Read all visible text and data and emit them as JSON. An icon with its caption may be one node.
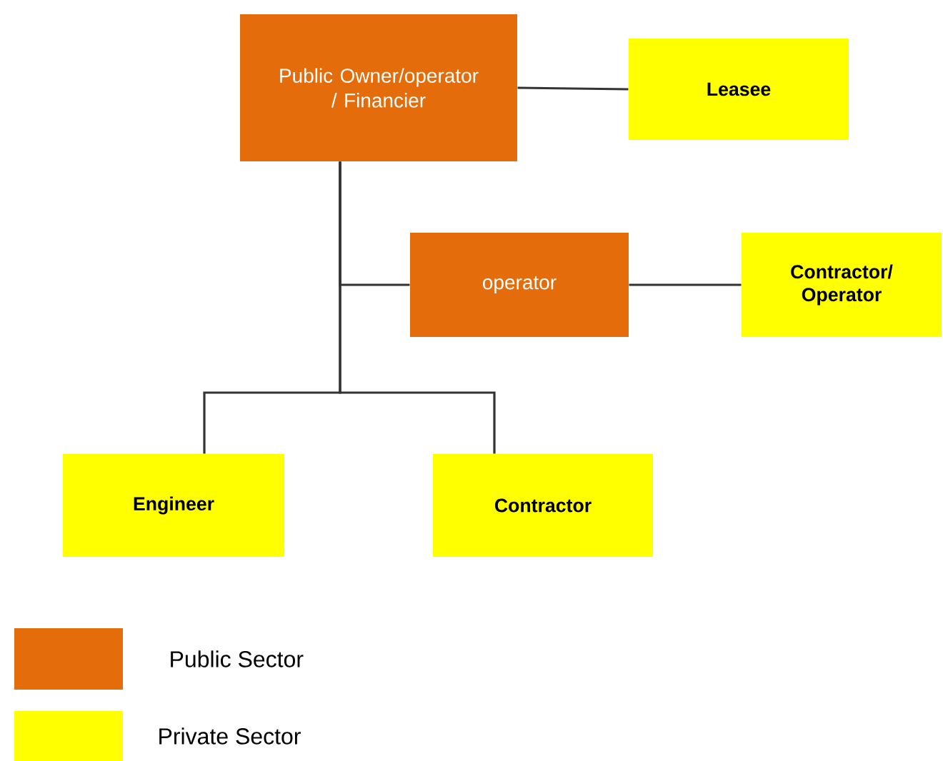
{
  "diagram": {
    "nodes": [
      {
        "text": [
          "Public Owner/operator / Financier"
        ]
      },
      {
        "text": [
          "Leasee"
        ]
      },
      {
        "text": [
          "operator"
        ]
      },
      {
        "text": [
          "Contractor/ Operator"
        ]
      },
      {
        "text": [
          "Engineer"
        ]
      },
      {
        "text": [
          "Contractor"
        ]
      }
    ],
    "edges": [
      {
        "from": 0,
        "to": 1,
        "arrow": "none"
      },
      {
        "from": 0,
        "to": 2,
        "arrow": "none"
      },
      {
        "from": 2,
        "to": 3,
        "arrow": "none"
      },
      {
        "from": 0,
        "to": 4,
        "arrow": "none"
      },
      {
        "from": 0,
        "to": 5,
        "arrow": "none"
      }
    ],
    "legend": [
      {
        "text": "Public Sector",
        "color": "#e46c0a"
      },
      {
        "text": "Private Sector",
        "color": "#ffff00"
      }
    ]
  }
}
